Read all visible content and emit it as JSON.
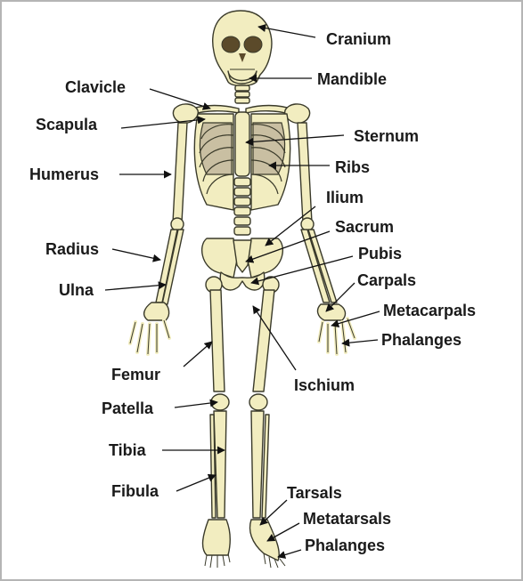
{
  "labels": {
    "cranium": "Cranium",
    "mandible": "Mandible",
    "clavicle": "Clavicle",
    "scapula": "Scapula",
    "sternum": "Sternum",
    "ribs": "Ribs",
    "humerus": "Humerus",
    "ilium": "Ilium",
    "sacrum": "Sacrum",
    "radius": "Radius",
    "pubis": "Pubis",
    "ulna": "Ulna",
    "carpals": "Carpals",
    "metacarpals": "Metacarpals",
    "phalanges_hand": "Phalanges",
    "femur": "Femur",
    "ischium": "Ischium",
    "patella": "Patella",
    "tibia": "Tibia",
    "fibula": "Fibula",
    "tarsals": "Tarsals",
    "metatarsals": "Metatarsals",
    "phalanges_foot": "Phalanges"
  },
  "colors": {
    "bone_fill": "#f2edc0",
    "rib_cavity": "#c9bfa2",
    "outline": "#3a3a2a",
    "text": "#1a1a1a",
    "frame_border": "#b5b5b5"
  }
}
